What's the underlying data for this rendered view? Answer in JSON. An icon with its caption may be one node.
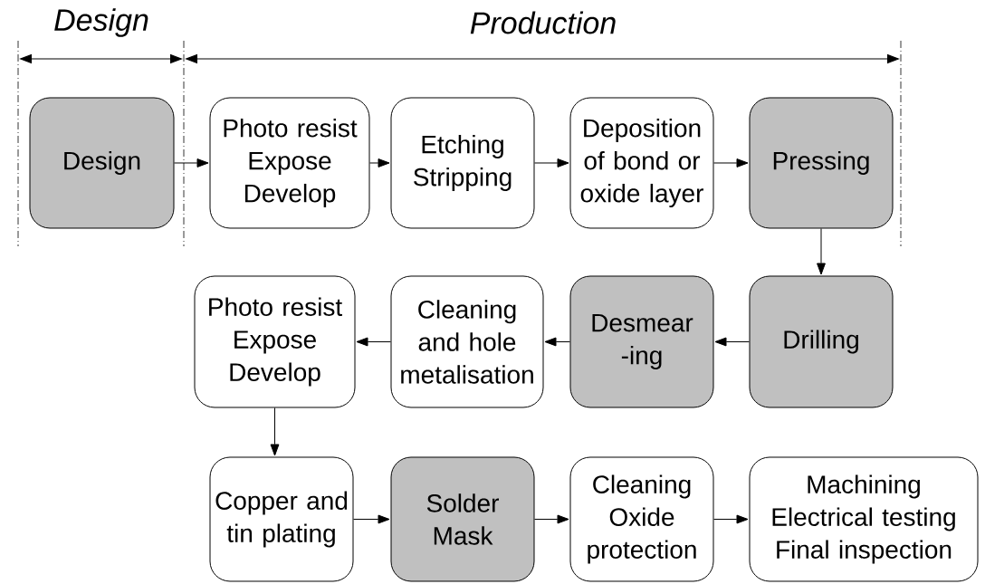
{
  "diagram": {
    "nodes": [
      {
        "text": [
          "Design"
        ]
      },
      {
        "text": [
          "Photo resist Expose Develop"
        ]
      },
      {
        "text": [
          "Etching Stripping"
        ]
      },
      {
        "text": [
          "Deposition of bond or oxide layer"
        ]
      },
      {
        "text": [
          "Pressing"
        ]
      },
      {
        "text": [
          "Photo resist Expose Develop"
        ]
      },
      {
        "text": [
          "Cleaning and hole metalisation"
        ]
      },
      {
        "text": [
          "Desmear -ing"
        ]
      },
      {
        "text": [
          "Drilling"
        ]
      },
      {
        "text": [
          "Copper and tin plating"
        ]
      },
      {
        "text": [
          "Solder Mask"
        ]
      },
      {
        "text": [
          "Cleaning Oxide protection"
        ]
      },
      {
        "text": [
          "Machining Electrical testing Final inspection"
        ]
      }
    ],
    "edges": [
      {
        "from": 0,
        "to": 1,
        "arrow": "to"
      },
      {
        "from": 1,
        "to": 2,
        "arrow": "to"
      },
      {
        "from": 2,
        "to": 3,
        "arrow": "to"
      },
      {
        "from": 3,
        "to": 4,
        "arrow": "to"
      },
      {
        "from": 4,
        "to": 8,
        "arrow": "to"
      },
      {
        "from": 8,
        "to": 7,
        "arrow": "to"
      },
      {
        "from": 7,
        "to": 6,
        "arrow": "to"
      },
      {
        "from": 6,
        "to": 5,
        "arrow": "to"
      },
      {
        "from": 5,
        "to": 9,
        "arrow": "to"
      },
      {
        "from": 9,
        "to": 10,
        "arrow": "to"
      },
      {
        "from": 10,
        "to": 11,
        "arrow": "to"
      },
      {
        "from": 11,
        "to": 12,
        "arrow": "to"
      }
    ],
    "labels": [
      "Design",
      "Production"
    ]
  }
}
